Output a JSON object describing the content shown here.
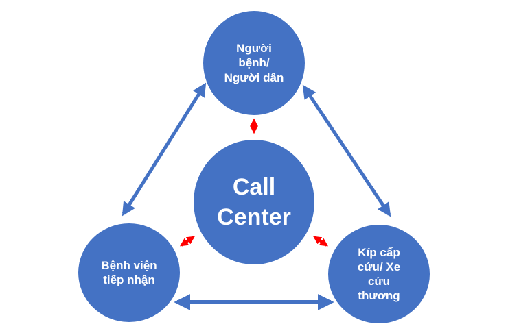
{
  "nodes": {
    "top": {
      "line1": "Người",
      "line2": "bệnh/",
      "line3": "Người dân"
    },
    "center": {
      "line1": "Call",
      "line2": "Center"
    },
    "left": {
      "line1": "Bệnh viện",
      "line2": "tiếp nhận"
    },
    "right": {
      "line1": "Kíp cấp",
      "line2": "cứu/ Xe",
      "line3": "cứu",
      "line4": "thương"
    }
  },
  "colors": {
    "node": "#4472C4",
    "connector": "#4472C4",
    "center_connector": "#FF0000"
  }
}
